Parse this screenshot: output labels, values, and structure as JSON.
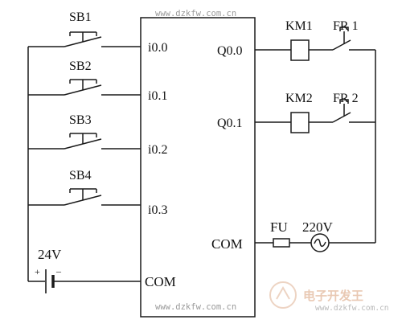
{
  "watermark": {
    "url_top": "www.dzkfw.com.cn",
    "url_bottom": "www.dzkfw.com.cn",
    "logo_text": "电子开发王",
    "logo_url": "www.dzkfw.com.cn"
  },
  "inputs": {
    "buttons": [
      "SB1",
      "SB2",
      "SB3",
      "SB4"
    ],
    "terminals": [
      "i0.0",
      "i0.1",
      "i0.2",
      "i0.3"
    ],
    "supply_label": "24V",
    "supply_plus": "+",
    "supply_minus": "–",
    "com": "COM"
  },
  "outputs": {
    "terminals": [
      "Q0.0",
      "Q0.1"
    ],
    "contactors": [
      "KM1",
      "KM2"
    ],
    "overloads": [
      "FR 1",
      "FR 2"
    ],
    "fuse": "FU",
    "voltage": "220V",
    "com": "COM"
  }
}
